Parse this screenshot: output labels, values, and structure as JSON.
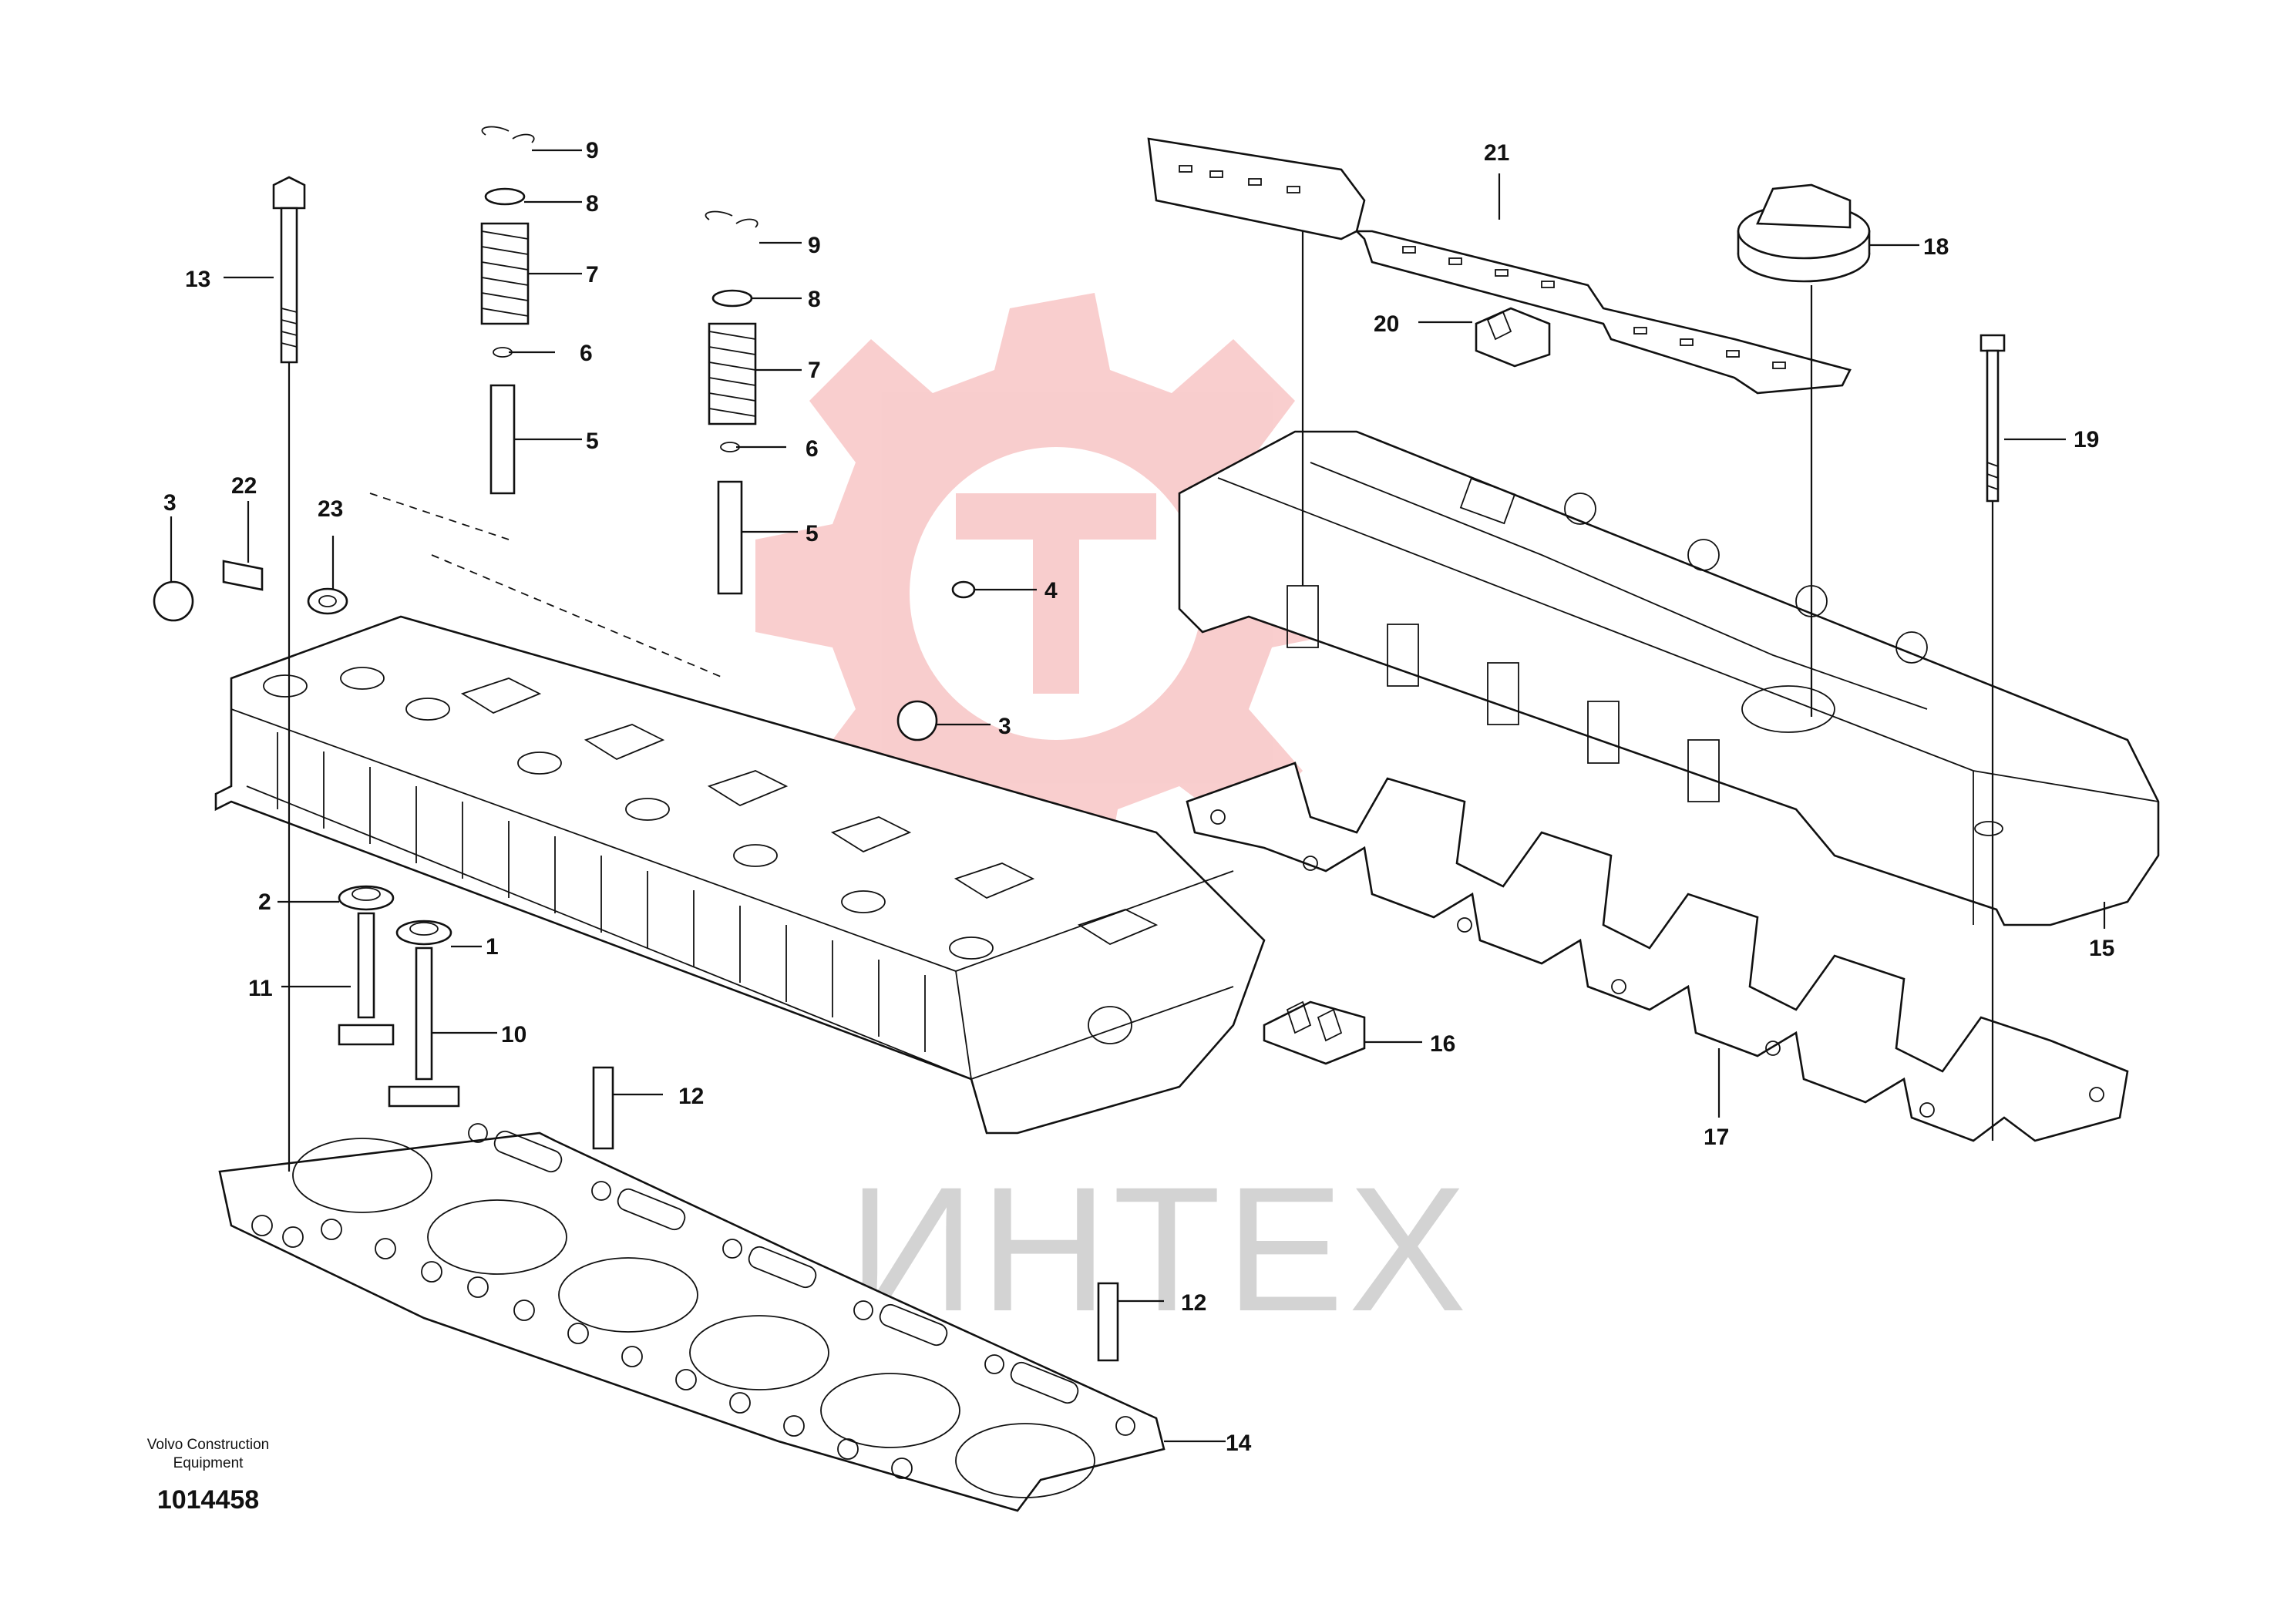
{
  "diagram": {
    "callouts": [
      {
        "id": "c1",
        "label": "1"
      },
      {
        "id": "c2",
        "label": "2"
      },
      {
        "id": "c3a",
        "label": "3"
      },
      {
        "id": "c3b",
        "label": "3"
      },
      {
        "id": "c4",
        "label": "4"
      },
      {
        "id": "c5a",
        "label": "5"
      },
      {
        "id": "c5b",
        "label": "5"
      },
      {
        "id": "c6a",
        "label": "6"
      },
      {
        "id": "c6b",
        "label": "6"
      },
      {
        "id": "c7a",
        "label": "7"
      },
      {
        "id": "c7b",
        "label": "7"
      },
      {
        "id": "c8a",
        "label": "8"
      },
      {
        "id": "c8b",
        "label": "8"
      },
      {
        "id": "c9a",
        "label": "9"
      },
      {
        "id": "c9b",
        "label": "9"
      },
      {
        "id": "c10",
        "label": "10"
      },
      {
        "id": "c11",
        "label": "11"
      },
      {
        "id": "c12a",
        "label": "12"
      },
      {
        "id": "c12b",
        "label": "12"
      },
      {
        "id": "c13",
        "label": "13"
      },
      {
        "id": "c14",
        "label": "14"
      },
      {
        "id": "c15",
        "label": "15"
      },
      {
        "id": "c16",
        "label": "16"
      },
      {
        "id": "c17",
        "label": "17"
      },
      {
        "id": "c18",
        "label": "18"
      },
      {
        "id": "c19",
        "label": "19"
      },
      {
        "id": "c20",
        "label": "20"
      },
      {
        "id": "c21",
        "label": "21"
      },
      {
        "id": "c22",
        "label": "22"
      },
      {
        "id": "c23",
        "label": "23"
      }
    ]
  },
  "footer": {
    "company_line1": "Volvo Construction",
    "company_line2": "Equipment",
    "document_number": "1014458"
  },
  "watermark": {
    "text": "ИНТЕХ",
    "logo_color": "#f7c8c8",
    "text_color": "#d3d3d3"
  }
}
